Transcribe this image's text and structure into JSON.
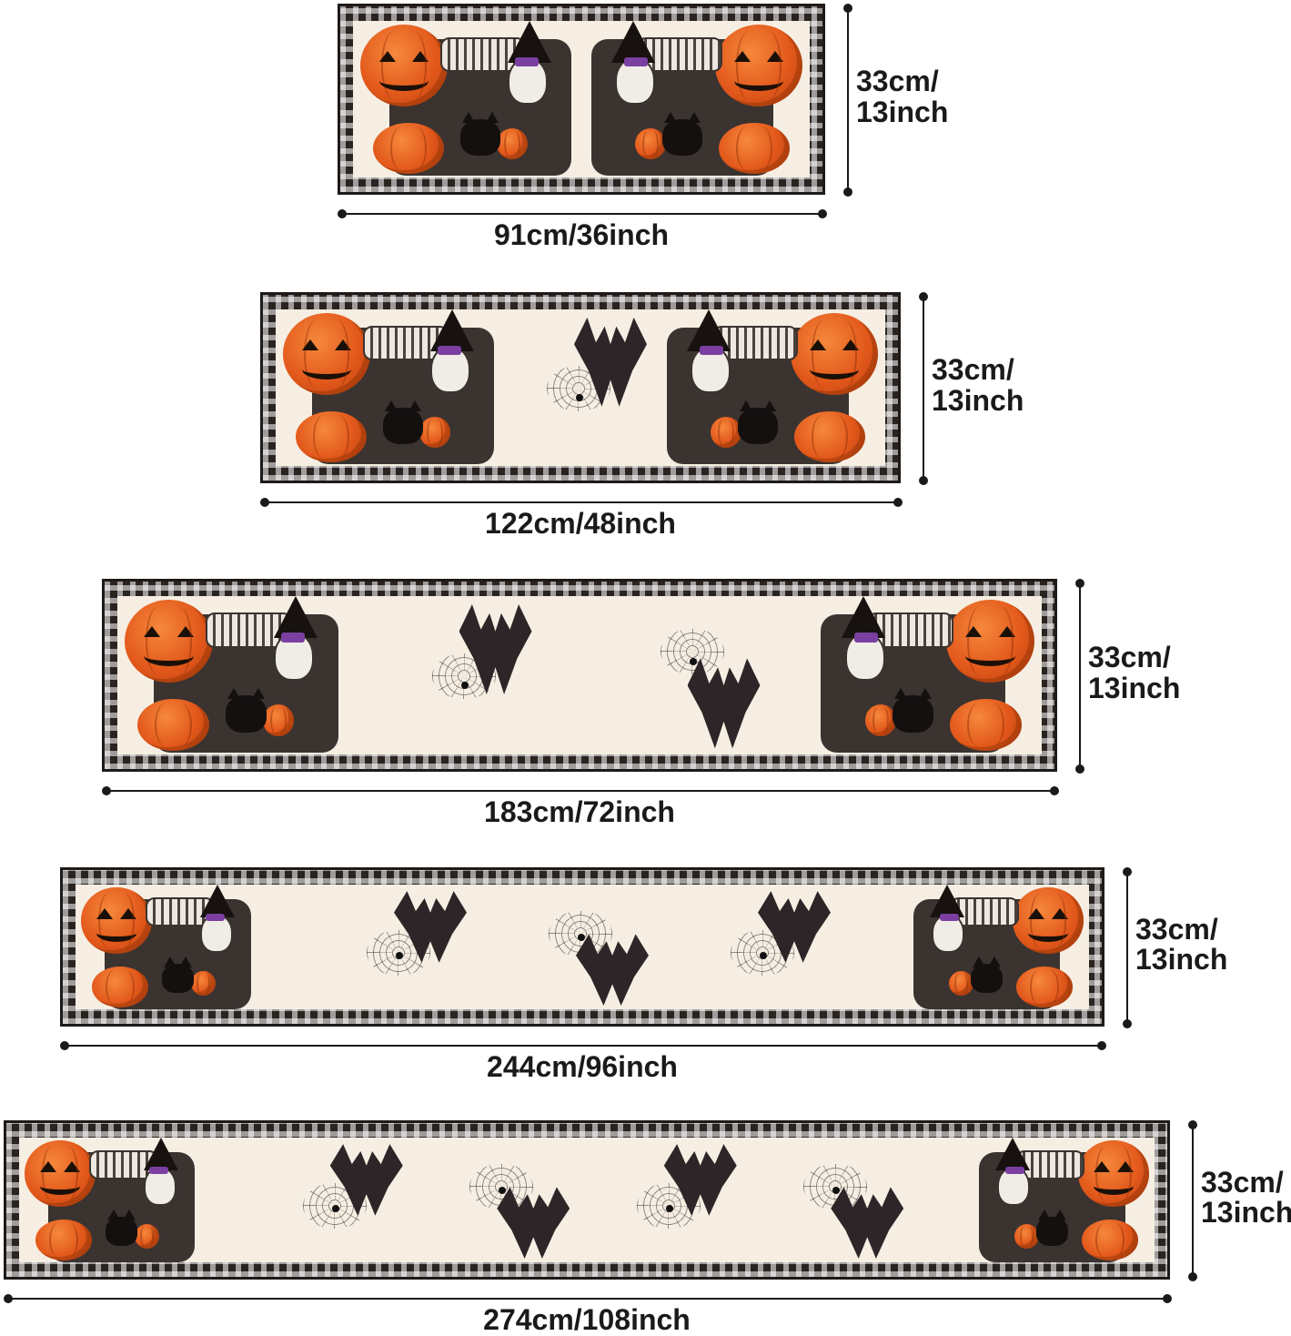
{
  "runners": [
    {
      "width_label": "91cm/36inch",
      "height_label_line1": "33cm/",
      "height_label_line2": "13inch"
    },
    {
      "width_label": "122cm/48inch",
      "height_label_line1": "33cm/",
      "height_label_line2": "13inch"
    },
    {
      "width_label": "183cm/72inch",
      "height_label_line1": "33cm/",
      "height_label_line2": "13inch"
    },
    {
      "width_label": "244cm/96inch",
      "height_label_line1": "33cm/",
      "height_label_line2": "13inch"
    },
    {
      "width_label": "274cm/108inch",
      "height_label_line1": "33cm/",
      "height_label_line2": "13inch"
    }
  ],
  "palette": {
    "pumpkin": "#e2581b",
    "runner_center": "#f6eee2",
    "gingham_dark": "#2a2421",
    "hat_band": "#7b3fa1"
  },
  "decor_icons": [
    "pumpkin-icon",
    "skeleton-icon",
    "witch-hat-icon",
    "black-cat-icon",
    "bat-icon",
    "spider-web-icon"
  ]
}
